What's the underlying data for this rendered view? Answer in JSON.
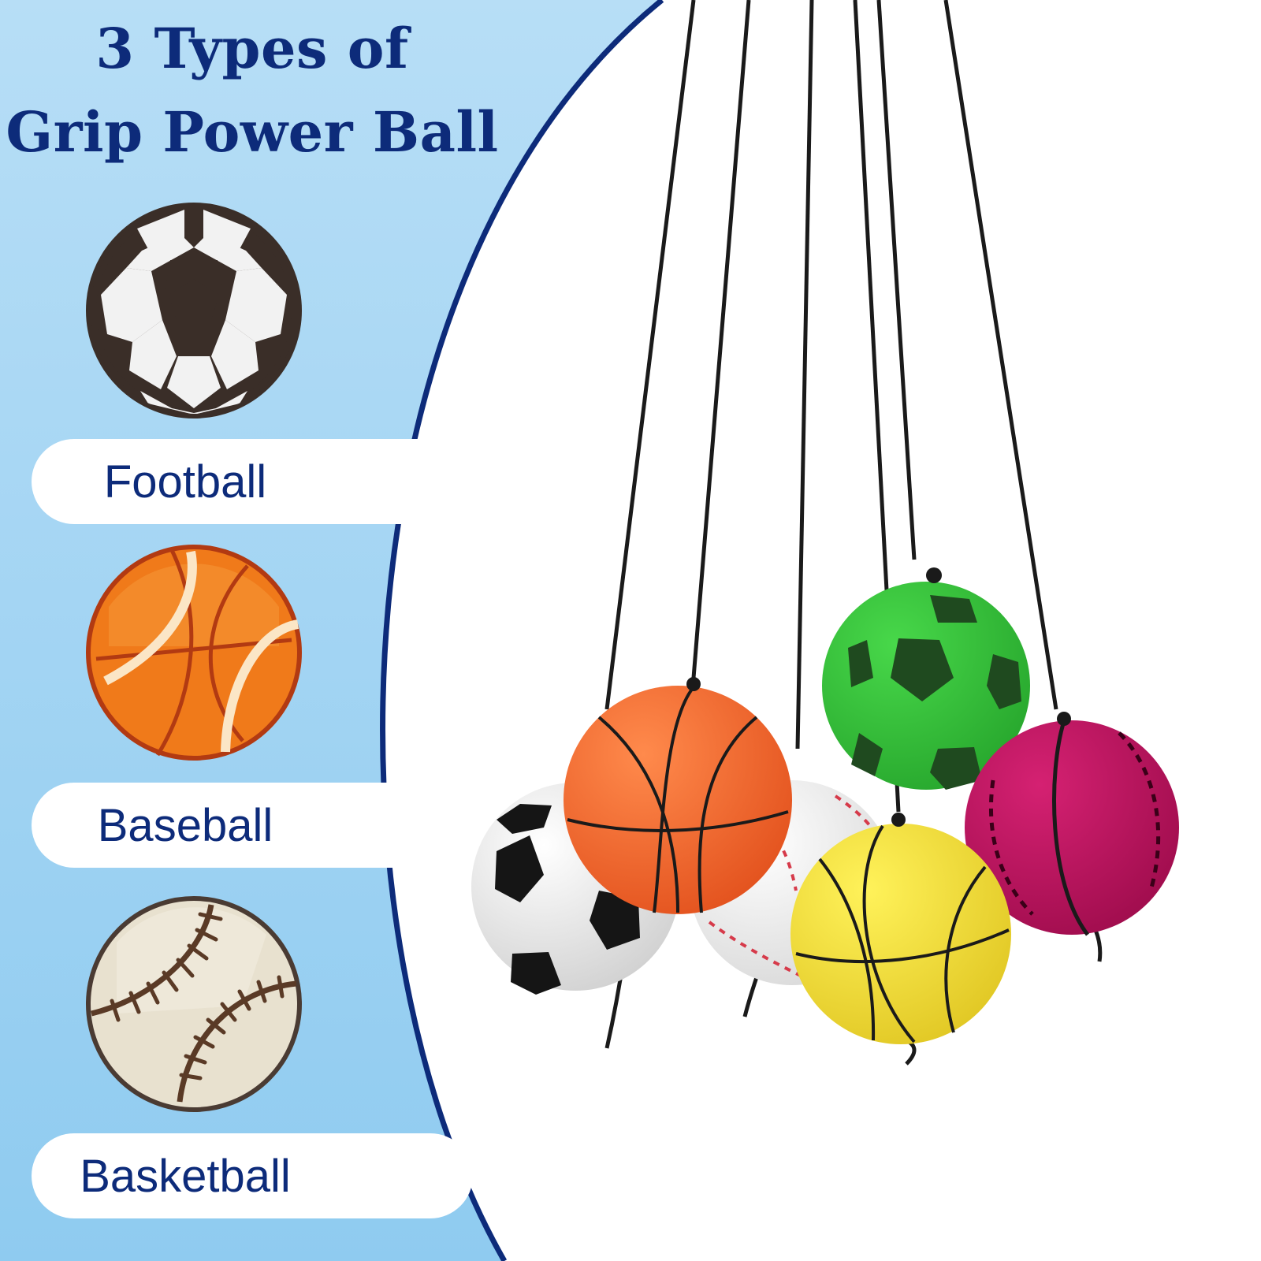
{
  "headline": {
    "line1": "3 Types of",
    "line2": "Grip Power Ball"
  },
  "labels": [
    {
      "text": "Football"
    },
    {
      "text": "Baseball"
    },
    {
      "text": "Basketball"
    }
  ],
  "icons": [
    "soccer-ball-icon",
    "basketball-icon",
    "baseball-icon"
  ],
  "colors": {
    "panel_blue": "#a9d6f3",
    "navy": "#0d2b7a",
    "soccer_dark": "#3a2e28",
    "basketball_orange": "#f07a1a",
    "baseball_cream": "#e8e1cf",
    "ball_green": "#36c23a",
    "ball_magenta": "#c0135e",
    "ball_yellow": "#f5e23a",
    "ball_orange": "#f06c2c"
  }
}
